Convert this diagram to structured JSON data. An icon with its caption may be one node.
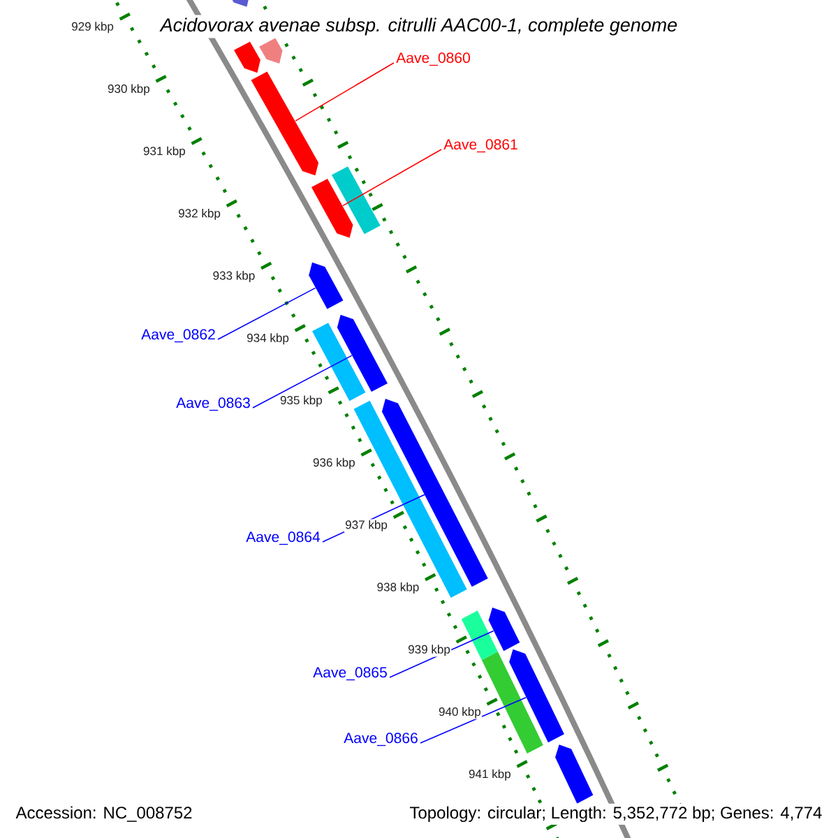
{
  "diagram": {
    "title": "Acidovorax avenae subsp. citrulli AAC00-1, complete genome",
    "nodes": [
      {
        "text": [
          "Aave_0860"
        ]
      },
      {
        "text": [
          "Aave_0861"
        ]
      },
      {
        "text": [
          "Aave_0862"
        ]
      },
      {
        "text": [
          "Aave_0863"
        ]
      },
      {
        "text": [
          "Aave_0864"
        ]
      },
      {
        "text": [
          "Aave_0865"
        ]
      },
      {
        "text": [
          "Aave_0866"
        ]
      },
      {
        "text": [],
        "shape": "bar"
      },
      {
        "text": [],
        "shape": "bar"
      },
      {
        "text": [],
        "shape": "bar"
      },
      {
        "text": [],
        "shape": "bar"
      },
      {
        "text": [],
        "shape": "bar"
      },
      {
        "text": [],
        "shape": "bar"
      },
      {
        "text": [],
        "shape": "bar"
      },
      {
        "text": [],
        "shape": "bar"
      },
      {
        "text": [],
        "shape": "bar"
      },
      {
        "text": [],
        "shape": "bar"
      },
      {
        "text": [],
        "shape": "bar"
      },
      {
        "text": [],
        "shape": "bar"
      },
      {
        "text": [],
        "shape": "bar"
      },
      {
        "text": [],
        "shape": "bar"
      },
      {
        "text": [],
        "shape": "bar"
      },
      {
        "text": [],
        "shape": "bar"
      }
    ],
    "edges": [
      {
        "from": 0,
        "to": 10,
        "arrow": "none",
        "color": "#ff0000"
      },
      {
        "from": 1,
        "to": 11,
        "arrow": "none",
        "color": "#ff0000"
      },
      {
        "from": 2,
        "to": 13,
        "arrow": "none"
      },
      {
        "from": 3,
        "to": 14,
        "arrow": "none"
      },
      {
        "from": 4,
        "to": 17,
        "arrow": "none"
      },
      {
        "from": 5,
        "to": 19,
        "arrow": "none"
      },
      {
        "from": 6,
        "to": 20,
        "arrow": "none"
      }
    ],
    "labels": [
      "929 kbp",
      "930 kbp",
      "931 kbp",
      "932 kbp",
      "933 kbp",
      "934 kbp",
      "935 kbp",
      "936 kbp",
      "937 kbp",
      "938 kbp",
      "939 kbp",
      "940 kbp",
      "941 kbp",
      "Accession: NC_008752",
      "Topology: circular; Length: 5,352,772 bp; Genes: 4,774"
    ]
  }
}
